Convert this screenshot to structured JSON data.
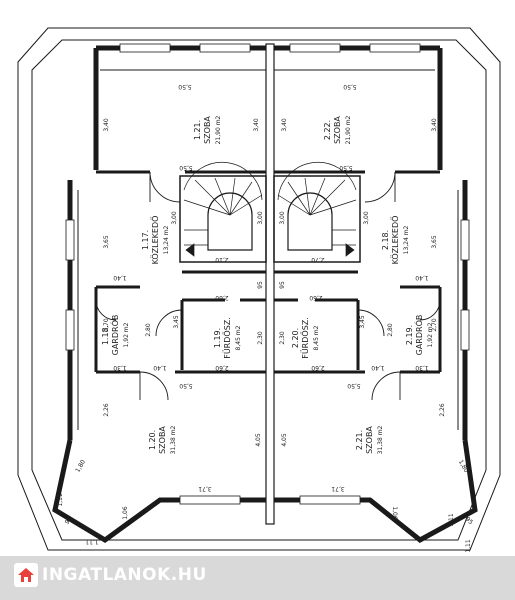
{
  "rooms": [
    {
      "id": "r121",
      "number": "1.21.",
      "name": "SZOBA",
      "area": "21,90 m2"
    },
    {
      "id": "r122",
      "number": "2.22.",
      "name": "SZOBA",
      "area": "21,90 m2"
    },
    {
      "id": "r117",
      "number": "1.17.",
      "name": "KÖZLEKEDŐ",
      "area": "13,24 m2"
    },
    {
      "id": "r218",
      "number": "2.18.",
      "name": "KÖZLEKEDŐ",
      "area": "13,24 m2"
    },
    {
      "id": "r118",
      "number": "1.18.",
      "name": "GARDRÓB",
      "area": "1,92 m2"
    },
    {
      "id": "r119",
      "number": "1.19.",
      "name": "FÜRDŐSZ.",
      "area": "8,45 m2"
    },
    {
      "id": "r220",
      "number": "2.20.",
      "name": "FÜRDŐSZ.",
      "area": "8,45 m2"
    },
    {
      "id": "r219",
      "number": "2.19.",
      "name": "GARDRÓB",
      "area": "1,92 m2"
    },
    {
      "id": "r120",
      "number": "1.20.",
      "name": "SZOBA",
      "area": "31,38 m2"
    },
    {
      "id": "r221",
      "number": "2.21.",
      "name": "SZOBA",
      "area": "31,38 m2"
    }
  ],
  "dims": {
    "top_l": "5,50",
    "top_r": "5,50",
    "w340_a": "3,40",
    "w340_b": "3,40",
    "w340_c": "3,40",
    "w340_d": "3,40",
    "mid550_a": "5,50",
    "mid550_b": "5,50",
    "v300_a": "3,00",
    "v300_b": "3,00",
    "v300_c": "3,00",
    "v300_d": "3,00",
    "h210": "2,10",
    "h270": "2,70",
    "v365_a": "3,65",
    "v365_b": "3,65",
    "h140_a": "1,40",
    "h140_b": "1,40",
    "h140_c": "1,40",
    "h140_d": "1,40",
    "h95_a": "95",
    "h95_b": "95",
    "h260_a": "2,60",
    "h260_b": "2,60",
    "h260_c": "2,60",
    "h260_d": "2,60",
    "v270_a": "2,70",
    "v270_b": "2,70",
    "v280_a": "2,80",
    "v280_b": "2,80",
    "v345_a": "3,45",
    "v345_b": "3,45",
    "v230_a": "2,30",
    "v230_b": "2,30",
    "h130_a": "1,30",
    "h130_b": "1,30",
    "low550_a": "5,50",
    "low550_b": "5,50",
    "v226_a": "2,26",
    "v226_b": "2,26",
    "v405_a": "4,05",
    "v405_b": "4,05",
    "d180_a": "1,80",
    "d180_b": "1,80",
    "h371_a": "3,71",
    "h371_b": "3,71",
    "d106_a": "1,06",
    "d106_b": "1,06",
    "v111_a": "1,11",
    "v111_b": "1,11",
    "d95_a": "95",
    "d95_b": "95",
    "h111_a": "1,11",
    "h111_b": "1,11"
  },
  "watermark": {
    "text": "INGATLANOK.HU"
  },
  "colors": {
    "line": "#1a1a1a",
    "footer": "#d9d9d9",
    "logo_accent": "#e8403a"
  }
}
